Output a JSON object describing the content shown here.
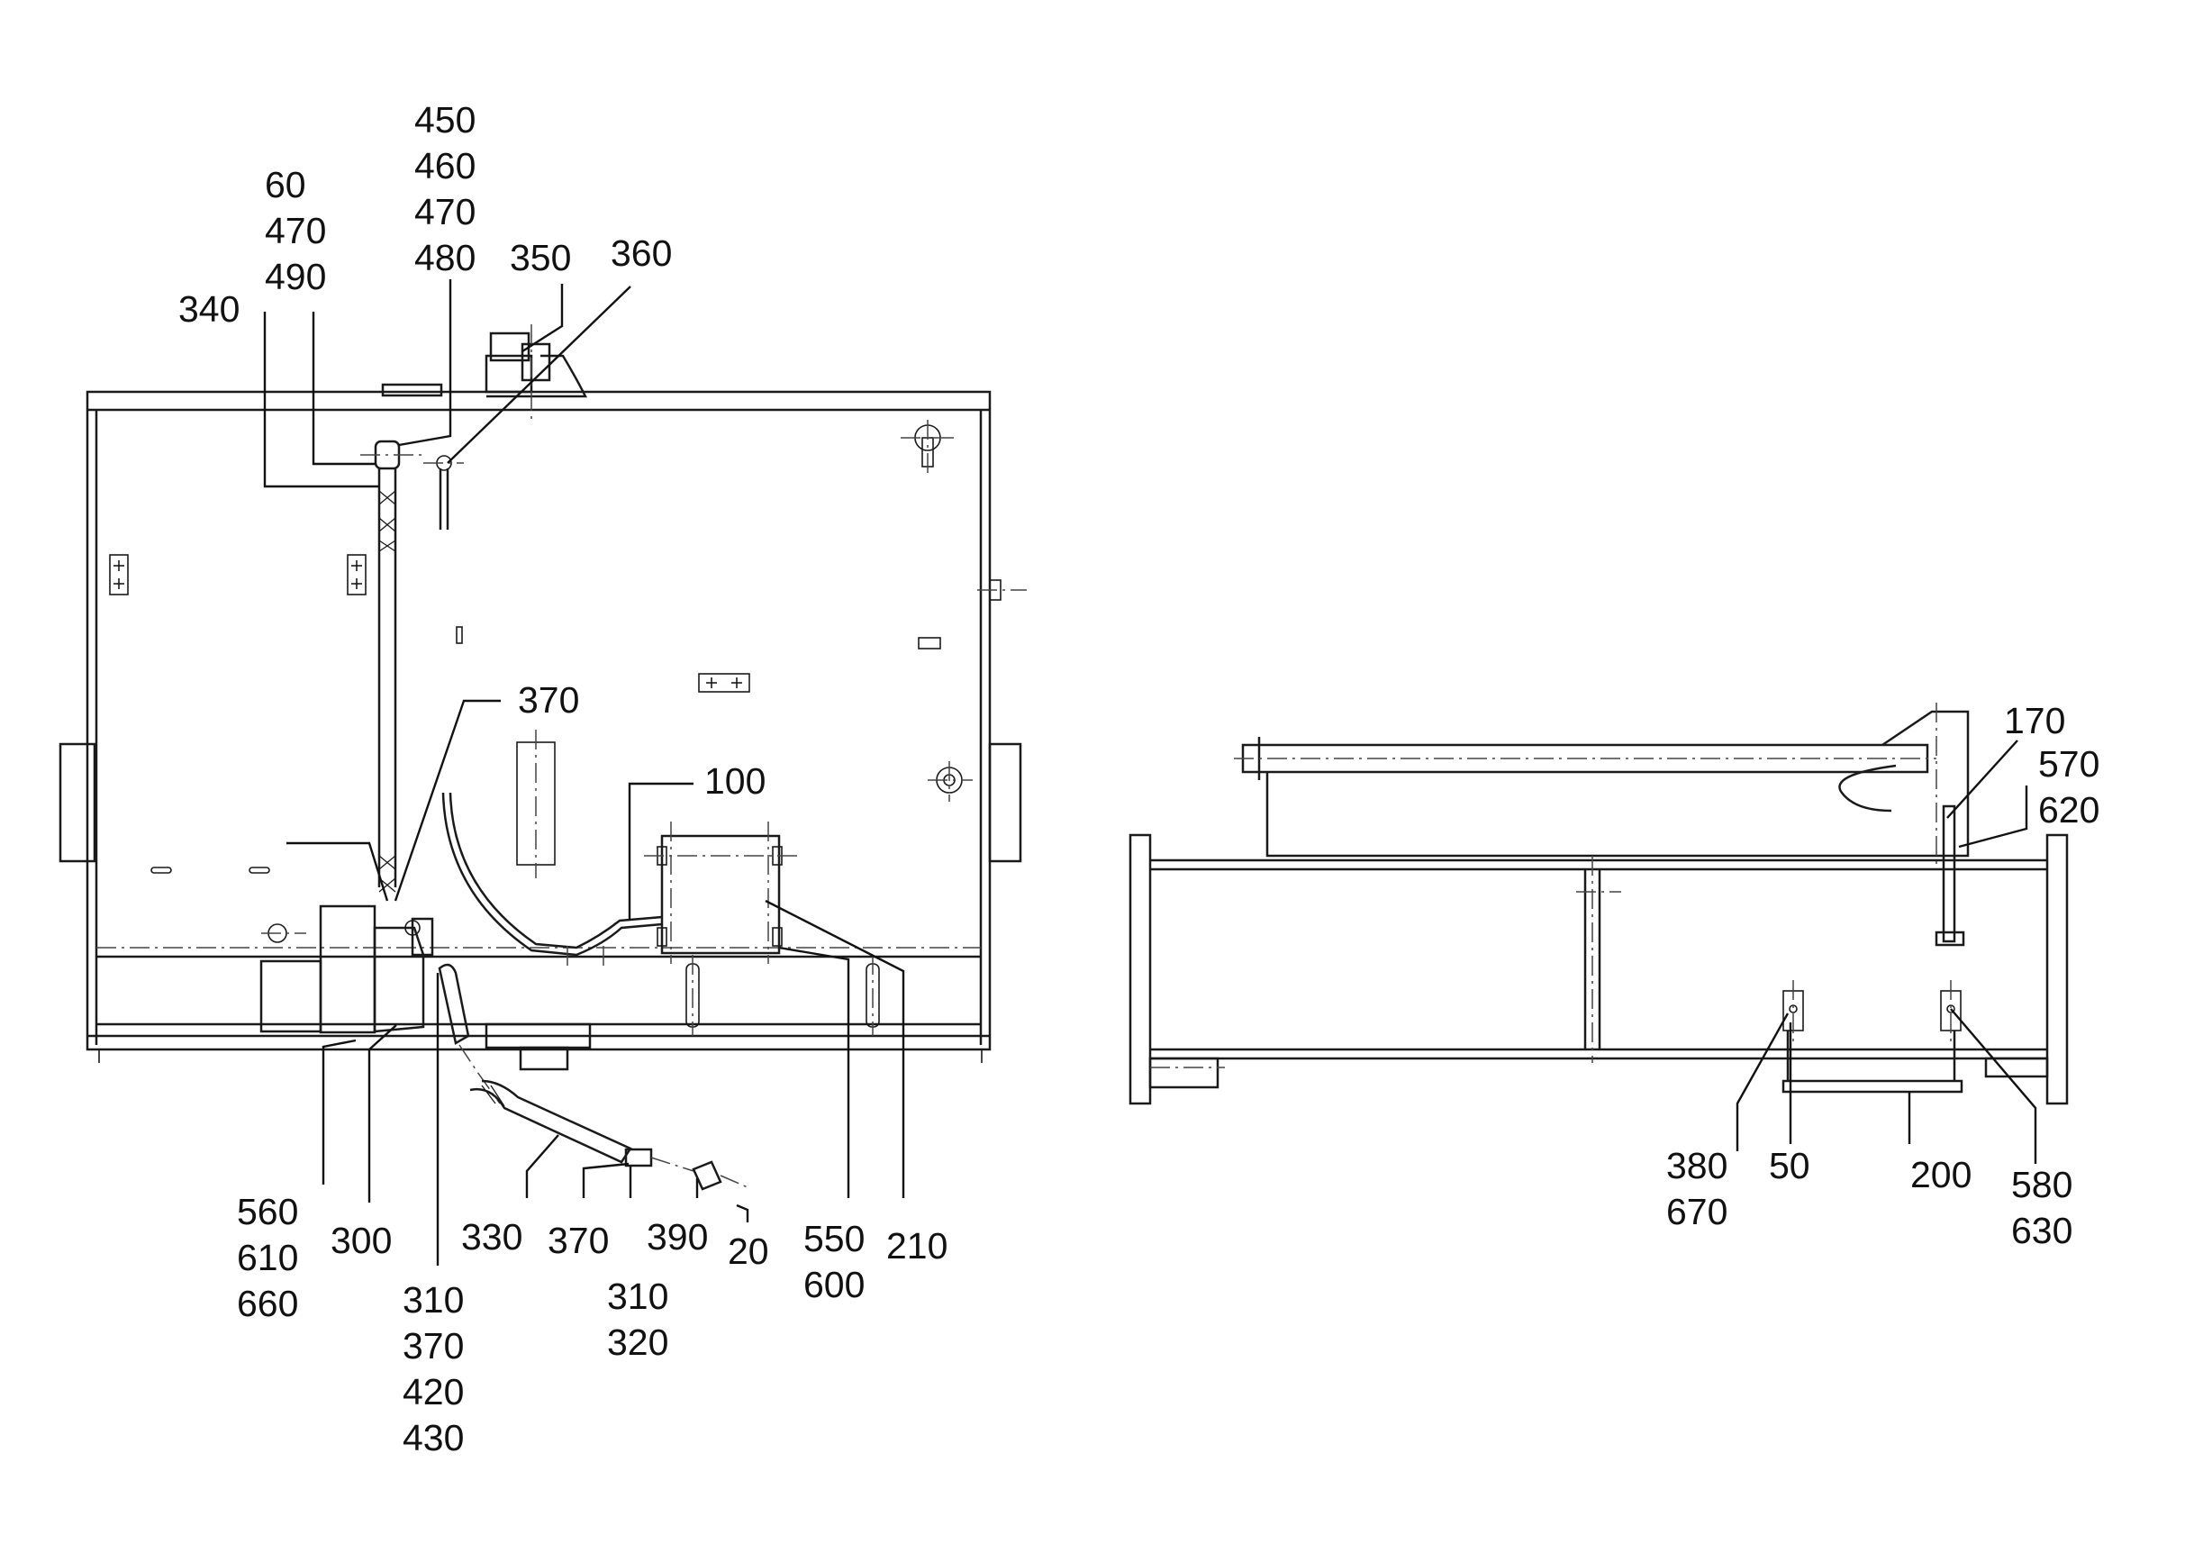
{
  "callouts": [
    {
      "id": "c-60",
      "lines": [
        "60",
        "470",
        "490"
      ]
    },
    {
      "id": "c-450",
      "lines": [
        "450",
        "460",
        "470",
        "480"
      ]
    },
    {
      "id": "c-350",
      "lines": [
        "350"
      ]
    },
    {
      "id": "c-360",
      "lines": [
        "360"
      ]
    },
    {
      "id": "c-340",
      "lines": [
        "340"
      ]
    },
    {
      "id": "c-370a",
      "lines": [
        "370"
      ]
    },
    {
      "id": "c-100",
      "lines": [
        "100"
      ]
    },
    {
      "id": "c-560",
      "lines": [
        "560",
        "610",
        "660"
      ]
    },
    {
      "id": "c-300",
      "lines": [
        "300"
      ]
    },
    {
      "id": "c-310a",
      "lines": [
        "310",
        "370",
        "420",
        "430"
      ]
    },
    {
      "id": "c-330",
      "lines": [
        "330"
      ]
    },
    {
      "id": "c-370b",
      "lines": [
        "370"
      ]
    },
    {
      "id": "c-310b",
      "lines": [
        "310",
        "320"
      ]
    },
    {
      "id": "c-390",
      "lines": [
        "390"
      ]
    },
    {
      "id": "c-20",
      "lines": [
        "20"
      ]
    },
    {
      "id": "c-550",
      "lines": [
        "550",
        "600"
      ]
    },
    {
      "id": "c-210",
      "lines": [
        "210"
      ]
    },
    {
      "id": "c-170",
      "lines": [
        "170"
      ]
    },
    {
      "id": "c-570",
      "lines": [
        "570",
        "620"
      ]
    },
    {
      "id": "c-380",
      "lines": [
        "380",
        "670"
      ]
    },
    {
      "id": "c-50",
      "lines": [
        "50"
      ]
    },
    {
      "id": "c-200",
      "lines": [
        "200"
      ]
    },
    {
      "id": "c-580",
      "lines": [
        "580",
        "630"
      ]
    }
  ]
}
